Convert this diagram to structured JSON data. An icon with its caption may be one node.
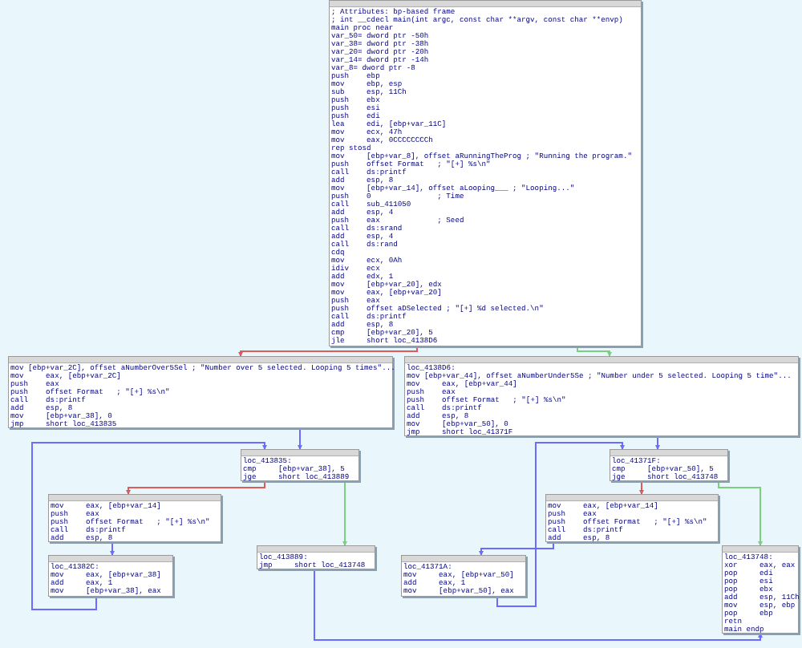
{
  "diagram": {
    "nodes": [
      {
        "text": [
          "; Attributes: bp-based frame",
          "; int __cdecl main(int argc, const char **argv, const char **envp)",
          "main proc near",
          "var_50= dword ptr -50h",
          "var_38= dword ptr -38h",
          "var_20= dword ptr -20h",
          "var_14= dword ptr -14h",
          "var_8= dword ptr -8",
          "push    ebp",
          "mov     ebp, esp",
          "sub     esp, 11Ch",
          "push    ebx",
          "push    esi",
          "push    edi",
          "lea     edi, [ebp+var_11C]",
          "mov     ecx, 47h",
          "mov     eax, 0CCCCCCCCh",
          "rep stosd",
          "mov     [ebp+var_8], offset aRunningTheProg ; \"Running the program.\"",
          "push    offset Format   ; \"[+] %s\\n\"",
          "call    ds:printf",
          "add     esp, 8",
          "mov     [ebp+var_14], offset aLooping___ ; \"Looping...\"",
          "push    0               ; Time",
          "call    sub_411050",
          "add     esp, 4",
          "push    eax             ; Seed",
          "call    ds:srand",
          "add     esp, 4",
          "call    ds:rand",
          "cdq",
          "mov     ecx, 0Ah",
          "idiv    ecx",
          "add     edx, 1",
          "mov     [ebp+var_20], edx",
          "mov     eax, [ebp+var_20]",
          "push    eax",
          "push    offset aDSelected ; \"[+] %d selected.\\n\"",
          "call    ds:printf",
          "add     esp, 8",
          "cmp     [ebp+var_20], 5",
          "jle     short loc_4138D6"
        ]
      },
      {
        "text": [
          "mov [ebp+var_2C], offset aNumberOver5Sel ; \"Number over 5 selected. Looping 5 times\"...",
          "mov     eax, [ebp+var_2C]",
          "push    eax",
          "push    offset Format   ; \"[+] %s\\n\"",
          "call    ds:printf",
          "add     esp, 8",
          "mov     [ebp+var_38], 0",
          "jmp     short loc_413835"
        ]
      },
      {
        "text": [
          "loc_4138D6:",
          "mov [ebp+var_44], offset aNumberUnder5Se ; \"Number under 5 selected. Looping 5 time\"...",
          "mov     eax, [ebp+var_44]",
          "push    eax",
          "push    offset Format   ; \"[+] %s\\n\"",
          "call    ds:printf",
          "add     esp, 8",
          "mov     [ebp+var_50], 0",
          "jmp     short loc_41371F"
        ]
      },
      {
        "text": [
          "loc_413835:",
          "cmp     [ebp+var_38], 5",
          "jge     short loc_413889"
        ]
      },
      {
        "text": [
          "loc_41371F:",
          "cmp     [ebp+var_50], 5",
          "jge     short loc_413748"
        ]
      },
      {
        "text": [
          "mov     eax, [ebp+var_14]",
          "push    eax",
          "push    offset Format   ; \"[+] %s\\n\"",
          "call    ds:printf",
          "add     esp, 8"
        ]
      },
      {
        "text": [
          "loc_413889:",
          "jmp     short loc_413748"
        ]
      },
      {
        "text": [
          "mov     eax, [ebp+var_14]",
          "push    eax",
          "push    offset Format   ; \"[+] %s\\n\"",
          "call    ds:printf",
          "add     esp, 8"
        ]
      },
      {
        "text": [
          "loc_41382C:",
          "mov     eax, [ebp+var_38]",
          "add     eax, 1",
          "mov     [ebp+var_38], eax"
        ]
      },
      {
        "text": [
          "loc_41371A:",
          "mov     eax, [ebp+var_50]",
          "add     eax, 1",
          "mov     [ebp+var_50], eax"
        ]
      },
      {
        "text": [
          "loc_413748:",
          "xor     eax, eax",
          "pop     edi",
          "pop     esi",
          "pop     ebx",
          "add     esp, 11Ch",
          "mov     esp, ebp",
          "pop     ebp",
          "retn",
          "main endp"
        ]
      }
    ],
    "edges": [
      {
        "from": 0,
        "to": 1,
        "arrow": "to",
        "color": "#e05a5a"
      },
      {
        "from": 0,
        "to": 2,
        "arrow": "to",
        "color": "#7ccf7c"
      },
      {
        "from": 1,
        "to": 3,
        "arrow": "to"
      },
      {
        "from": 2,
        "to": 4,
        "arrow": "to"
      },
      {
        "from": 3,
        "to": 5,
        "arrow": "to",
        "color": "#e05a5a"
      },
      {
        "from": 3,
        "to": 6,
        "arrow": "to",
        "color": "#7ccf7c"
      },
      {
        "from": 5,
        "to": 8,
        "arrow": "to"
      },
      {
        "from": 8,
        "to": 3,
        "arrow": "to"
      },
      {
        "from": 4,
        "to": 7,
        "arrow": "to",
        "color": "#e05a5a"
      },
      {
        "from": 4,
        "to": 10,
        "arrow": "to",
        "color": "#7ccf7c"
      },
      {
        "from": 7,
        "to": 9,
        "arrow": "to"
      },
      {
        "from": 9,
        "to": 4,
        "arrow": "to"
      },
      {
        "from": 6,
        "to": 10,
        "arrow": "to"
      }
    ]
  }
}
